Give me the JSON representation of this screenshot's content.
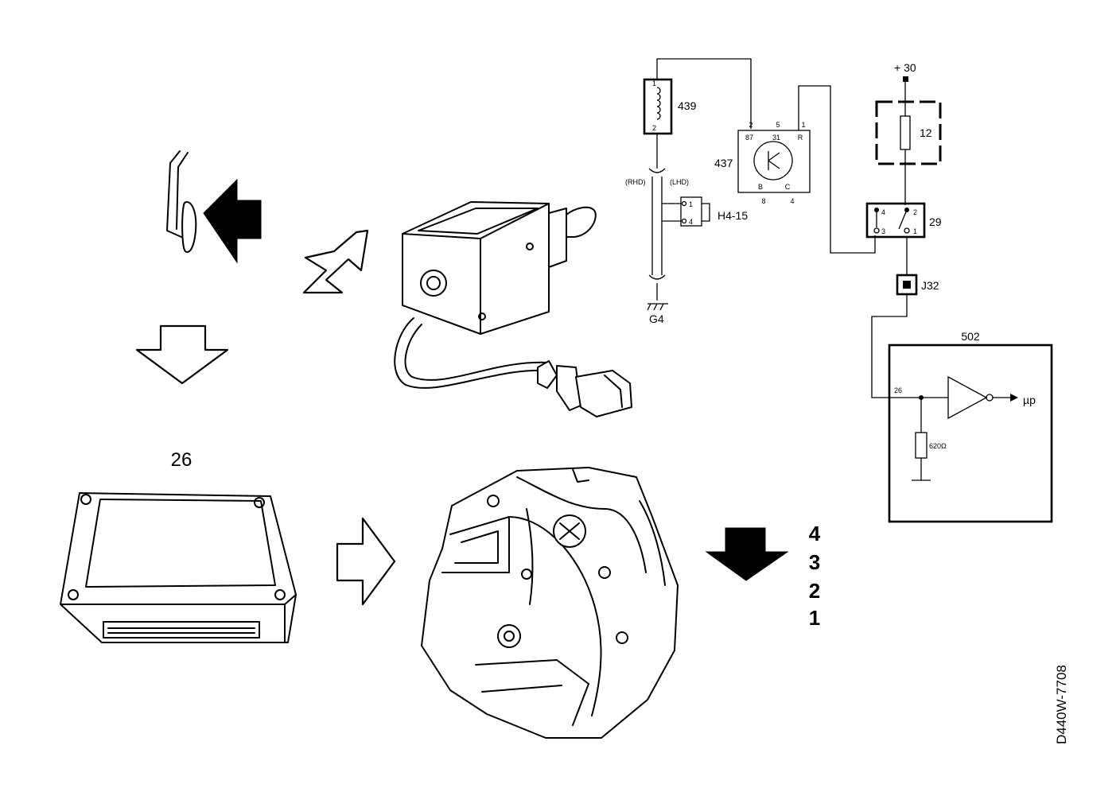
{
  "components": {
    "ecu": "26",
    "solenoid": "439",
    "kickdown_switch": "437",
    "fuse": "12",
    "relay": "29",
    "connector_j32": "J32",
    "control_module": "502",
    "connector_h4": "H4-15",
    "ground": "G4"
  },
  "labels": {
    "supply": "+ 30",
    "rhd": "(RHD)",
    "lhd": "(LHD)",
    "resistor": "620Ω",
    "microprocessor": "µp",
    "figure_code": "D440W-7708"
  },
  "pins": {
    "solenoid_top": "1",
    "solenoid_bottom": "2",
    "switch_top": [
      "2",
      "5",
      "1"
    ],
    "switch_inner_top": [
      "87",
      "31",
      "R"
    ],
    "switch_inner_bottom": [
      "B",
      "C"
    ],
    "switch_bottom": [
      "8",
      "4"
    ],
    "relay": [
      "4",
      "2",
      "3",
      "1"
    ],
    "connector_h4": [
      "1",
      "4"
    ],
    "module_input": "26"
  },
  "gear_positions": [
    "4",
    "3",
    "2",
    "1"
  ]
}
